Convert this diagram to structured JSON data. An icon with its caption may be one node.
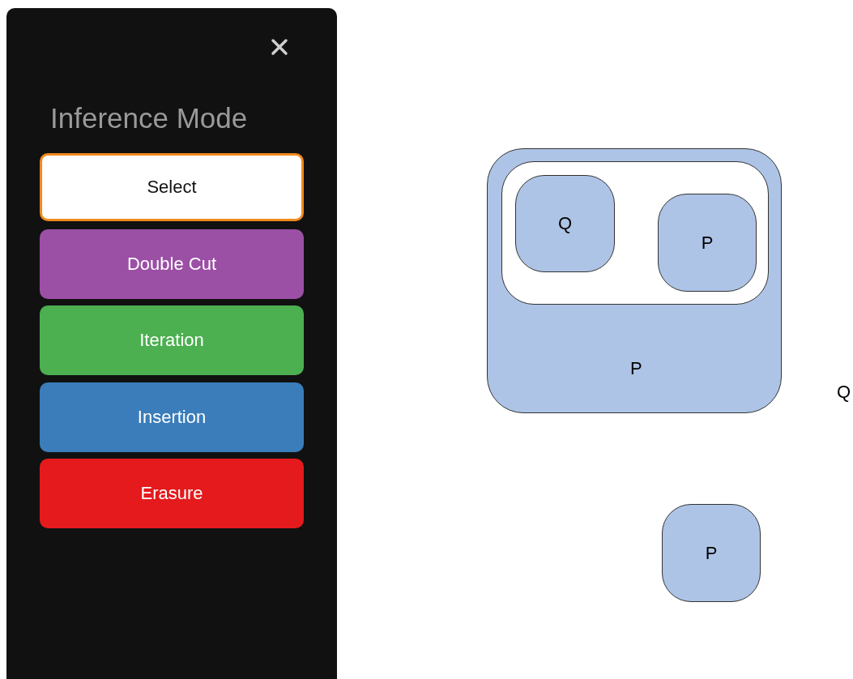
{
  "diagram": {
    "nodes": [
      {
        "text": [
          "Inference Mode"
        ]
      },
      {
        "text": [
          "Select"
        ],
        "in": 0
      },
      {
        "text": [
          "Double Cut"
        ],
        "in": 0
      },
      {
        "text": [
          "Iteration"
        ],
        "in": 0
      },
      {
        "text": [
          "Insertion"
        ],
        "in": 0
      },
      {
        "text": [
          "Erasure"
        ],
        "in": 0
      },
      {
        "text": [
          "P"
        ]
      },
      {
        "text": [],
        "shape": "box",
        "in": 6
      },
      {
        "text": [
          "Q"
        ],
        "in": 7
      },
      {
        "text": [
          "P"
        ],
        "in": 7
      },
      {
        "text": [
          "P"
        ]
      }
    ],
    "edges": [],
    "labels": [
      "Q"
    ]
  }
}
